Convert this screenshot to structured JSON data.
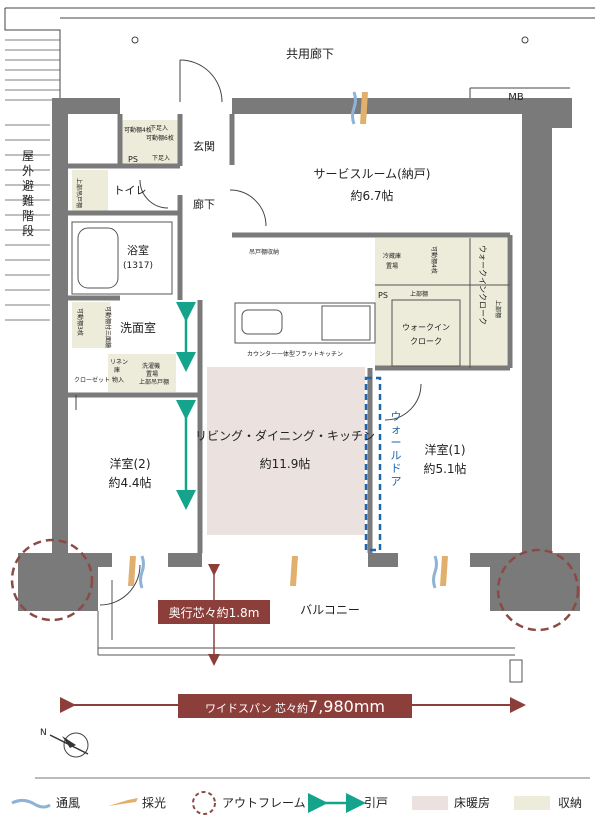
{
  "colors": {
    "wall": "#7a7a7a",
    "heated_floor": "#ebe1df",
    "storage": "#edebd9",
    "outframe": "#8c4a44",
    "sliding_door": "#14a48c",
    "walldoor": "#1e66b0",
    "light": "#e2b06e",
    "wind": "#8fb3d6",
    "dimension": "#8c3f3a"
  },
  "rooms": {
    "corridor": "共用廊下",
    "mb": "MB",
    "stairs_lines": [
      "屋",
      "外",
      "避",
      "難",
      "階",
      "段"
    ],
    "entrance": "玄関",
    "hallway": "廊下",
    "service_room": "サービスルーム(納戸)",
    "service_room_size": "約6.7帖",
    "toilet": "トイレ",
    "bath": "浴室",
    "bath_size": "(1317)",
    "washroom": "洗面室",
    "ldk": "リビング・ダイニング・キッチン",
    "ldk_size": "約11.9帖",
    "western2": "洋室(2)",
    "western2_size": "約4.4帖",
    "western1": "洋室(1)",
    "western1_size": "約5.1帖",
    "walk_in": "ウォークイン",
    "walk_in_2": "クローク",
    "walk_in_closet_vertical": "ウォークインクローク",
    "balcony": "バルコニー",
    "wall_door_chars": [
      "ウ",
      "ォ",
      "ー",
      "ル",
      "ド",
      "ア"
    ]
  },
  "small_labels": {
    "shoe_movable": "可動棚4枚",
    "shoe_lower": "下足入",
    "shoe_movable2": "可動棚6枚",
    "shoe_lower2": "下足入",
    "ps_top": "PS",
    "ps_closet": "PS",
    "toilet_storage": "上部吊戸棚",
    "counter": "カウンター一体型フラットキッチン",
    "fridge": "冷蔵庫",
    "fridge2": "置場",
    "hall_storage": "吊戸棚収納",
    "shelf_right": "可動棚4枚",
    "shelf_right2": "上部棚",
    "upper_shelf": "上部棚",
    "washer_tall": "可動棚3枚",
    "linen": "リネン",
    "linen2": "庫",
    "laundry": "洗濯機",
    "laundry2": "置場",
    "laundry3": "上部吊戸棚",
    "closet": "クローゼット",
    "storage_in": "物入",
    "vanity": "可動棚付三面鏡"
  },
  "dimensions": {
    "depth_label": "奥行芯々約1.8m",
    "wide_span_prefix": "ワイドスパン 芯々約",
    "wide_span_value": "7,980mm"
  },
  "legend": [
    {
      "icon": "wind-icon",
      "label": "通風"
    },
    {
      "icon": "daylight-icon",
      "label": "採光"
    },
    {
      "icon": "outframe-icon",
      "label": "アウトフレーム"
    },
    {
      "icon": "sliding-door-icon",
      "label": "引戸"
    },
    {
      "icon": "floor-heating-icon",
      "label": "床暖房"
    },
    {
      "icon": "storage-icon",
      "label": "収納"
    }
  ],
  "compass": "N"
}
